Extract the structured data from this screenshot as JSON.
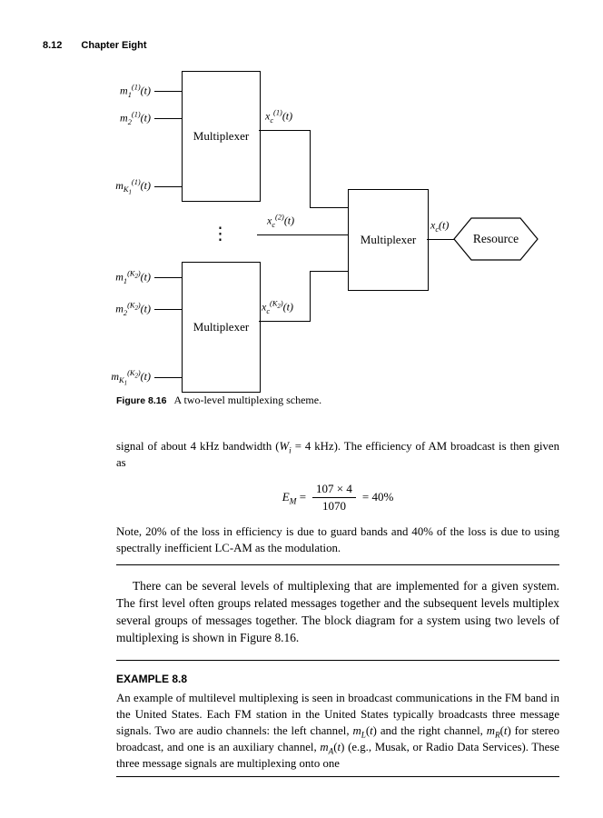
{
  "header": {
    "page_number": "8.12",
    "chapter_title": "Chapter Eight"
  },
  "figure": {
    "caption_label": "Figure 8.16",
    "caption_text": "A two-level multiplexing scheme.",
    "vdots": "⋮",
    "mux_top": {
      "label": "Multiplexer",
      "inputs": [
        "m<sub>1</sub><sup>(1)</sup>(t)",
        "m<sub>2</sub><sup>(1)</sup>(t)",
        "m<sub>K<sub>1</sub></sub><sup>(1)</sup>(t)"
      ],
      "output": "x<sub>c</sub><sup>(1)</sup>(t)"
    },
    "mux_bottom": {
      "label": "Multiplexer",
      "inputs": [
        "m<sub>1</sub><sup>(K<sub>2</sub>)</sup>(t)",
        "m<sub>2</sub><sup>(K<sub>2</sub>)</sup>(t)",
        "m<sub>K<sub>1</sub></sub><sup>(K<sub>2</sub>)</sup>(t)"
      ],
      "output": "x<sub>c</sub><sup>(K<sub>2</sub>)</sup>(t)"
    },
    "mux_final": {
      "label": "Multiplexer",
      "middle_input": "x<sub>c</sub><sup>(2)</sup>(t)",
      "output": "x<sub>c</sub>(t)"
    },
    "resource_label": "Resource"
  },
  "body": {
    "para_signal": "signal of about 4 kHz bandwidth (<i>W<sub>i</sub></i> = 4 kHz). The efficiency of AM broadcast is then given as",
    "equation": {
      "lhs": "<i>E<sub>M</sub></i> =",
      "numerator": "107 × 4",
      "denominator": "1070",
      "rhs": "= 40%"
    },
    "para_note": "Note, 20% of the loss in efficiency is due to guard bands and 40% of the loss is due to using spectrally inefficient LC-AM as the modulation.",
    "para_levels": "There can be several levels of multiplexing that are implemented for a given system. The first level often groups related messages together and the subsequent levels multiplex several groups of messages together. The block diagram for a system using two levels of multiplexing is shown in Figure 8.16."
  },
  "example": {
    "heading": "EXAMPLE 8.8",
    "para": "An example of multilevel multiplexing is seen in broadcast communications in the FM band in the United States. Each FM station in the United States typically broadcasts three message signals. Two are audio channels: the left channel, <i>m<sub>L</sub></i>(<i>t</i>) and the right channel, <i>m<sub>R</sub></i>(<i>t</i>) for stereo broadcast, and one is an auxiliary channel, <i>m<sub>A</sub></i>(<i>t</i>) (e.g., Musak, or Radio Data Services). These three message signals are multiplexing onto one"
  },
  "colors": {
    "text": "#000000",
    "background": "#ffffff",
    "line": "#000000"
  }
}
